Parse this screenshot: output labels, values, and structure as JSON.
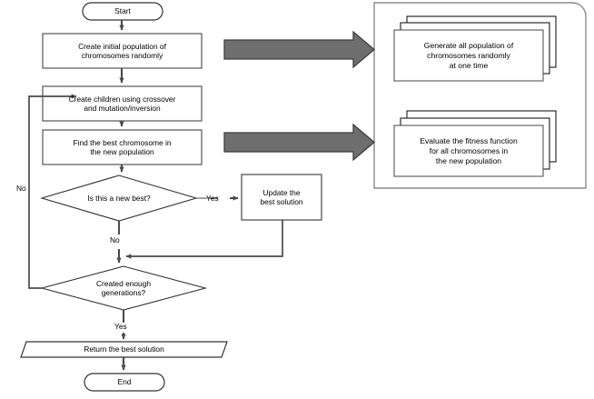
{
  "diagram": {
    "title": "Genetic Algorithm Flowchart",
    "colors": {
      "stroke": "#4a4a4a",
      "shape_stroke": "#555555",
      "fill": "#ffffff",
      "block_arrow_fill": "#6e6e6e",
      "block_arrow_stroke": "#3f3f3f",
      "panel_stroke": "#8a8a8a",
      "text": "#000000"
    },
    "nodes": [
      {
        "id": "start",
        "type": "terminator",
        "label": "Start"
      },
      {
        "id": "init",
        "type": "process",
        "label": "Create initial population of\nchromosomes randomly"
      },
      {
        "id": "children",
        "type": "process",
        "label": "Create children using crossover\nand mutation/inversion"
      },
      {
        "id": "findbest",
        "type": "process",
        "label": "Find the best chromosome in\nthe new population"
      },
      {
        "id": "newbest",
        "type": "decision",
        "label": "Is this a new best?"
      },
      {
        "id": "update",
        "type": "process",
        "label": "Update the\nbest solution"
      },
      {
        "id": "enoughgen",
        "type": "decision",
        "label": "Created enough\ngenerations?"
      },
      {
        "id": "return",
        "type": "data",
        "label": "Return the best solution"
      },
      {
        "id": "end",
        "type": "terminator",
        "label": "End"
      }
    ],
    "edge_labels": [
      {
        "id": "newbest-yes",
        "label": "Yes"
      },
      {
        "id": "newbest-no",
        "label": "No"
      },
      {
        "id": "enoughgen-no",
        "label": "No"
      },
      {
        "id": "enoughgen-yes",
        "label": "Yes"
      }
    ],
    "callout_arrows": [
      {
        "id": "arrow-to-generate",
        "label": ""
      },
      {
        "id": "arrow-to-evaluate",
        "label": ""
      }
    ],
    "panel": {
      "stacks": [
        {
          "id": "generate-stack",
          "label": "Generate all population of\nchromosomes randomly\nat one time",
          "sheets": 3
        },
        {
          "id": "evaluate-stack",
          "label": "Evaluate the fitness function\nfor all chromosomes in\nthe new population",
          "sheets": 3
        }
      ]
    }
  }
}
